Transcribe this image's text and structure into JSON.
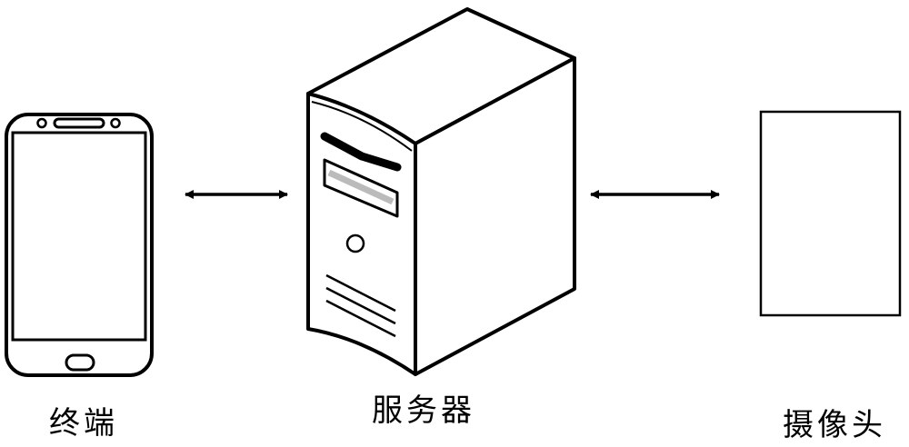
{
  "nodes": {
    "terminal": {
      "label": "终端",
      "icon": "smartphone-icon"
    },
    "server": {
      "label": "服务器",
      "icon": "server-tower-icon"
    },
    "camera": {
      "label": "摄像头",
      "icon": "camera-box-icon"
    }
  },
  "edges": [
    {
      "from": "terminal",
      "to": "server",
      "direction": "bidirectional"
    },
    {
      "from": "server",
      "to": "camera",
      "direction": "bidirectional"
    }
  ],
  "colors": {
    "stroke": "#000000",
    "background": "#ffffff"
  }
}
